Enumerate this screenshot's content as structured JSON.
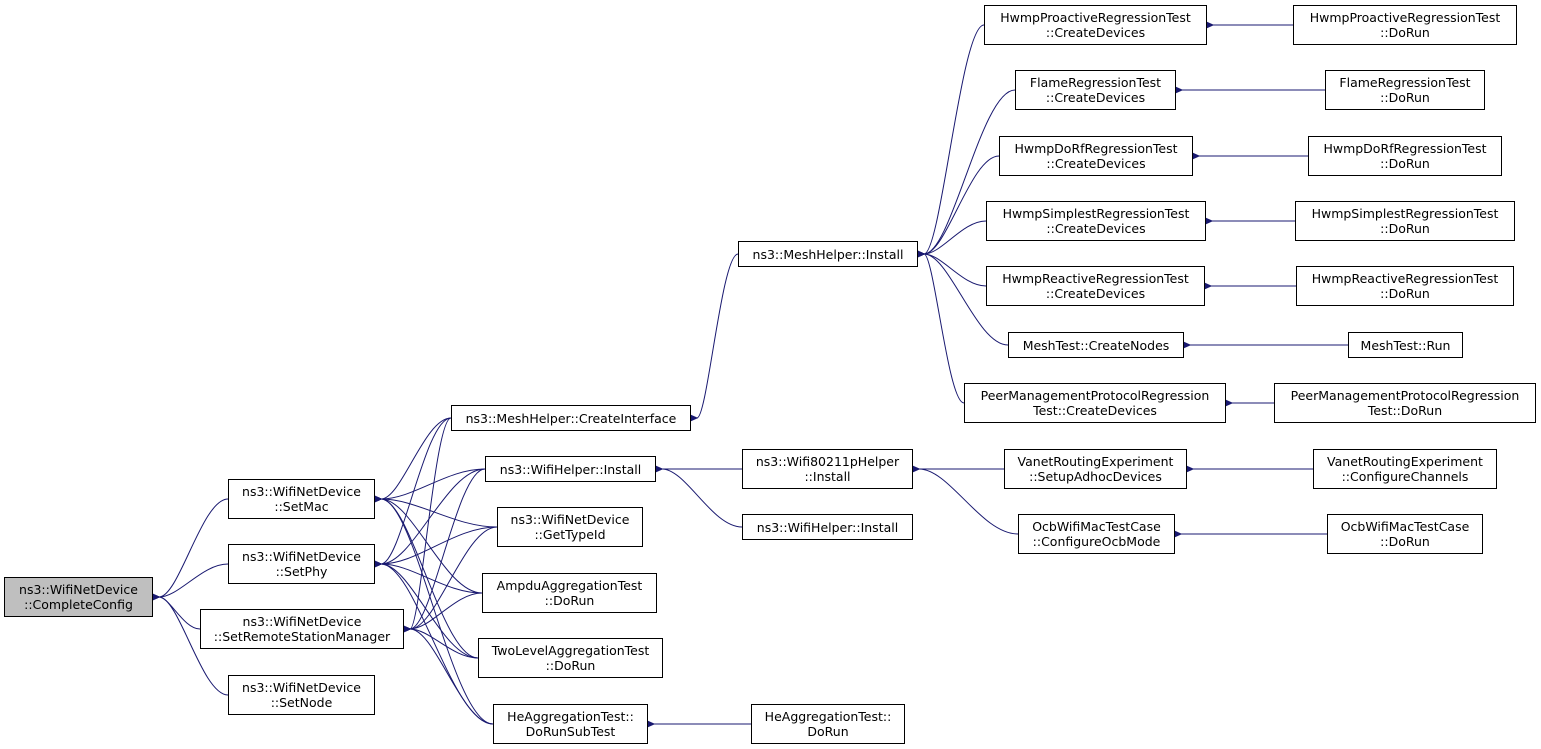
{
  "colors": {
    "edge": "#191970",
    "border": "#000000",
    "root_fill": "#bfbfbf",
    "node_fill": "#ffffff"
  },
  "nodes": {
    "complete_config": {
      "lines": [
        "ns3::WifiNetDevice",
        "::CompleteConfig"
      ]
    },
    "set_mac": {
      "lines": [
        "ns3::WifiNetDevice",
        "::SetMac"
      ]
    },
    "set_phy": {
      "lines": [
        "ns3::WifiNetDevice",
        "::SetPhy"
      ]
    },
    "set_remote_station_manager": {
      "lines": [
        "ns3::WifiNetDevice",
        "::SetRemoteStationManager"
      ]
    },
    "set_node": {
      "lines": [
        "ns3::WifiNetDevice",
        "::SetNode"
      ]
    },
    "mesh_create_interface": {
      "lines": [
        "ns3::MeshHelper::CreateInterface"
      ]
    },
    "wifi_helper_install": {
      "lines": [
        "ns3::WifiHelper::Install"
      ]
    },
    "get_type_id": {
      "lines": [
        "ns3::WifiNetDevice",
        "::GetTypeId"
      ]
    },
    "ampdu_do_run": {
      "lines": [
        "AmpduAggregationTest",
        "::DoRun"
      ]
    },
    "two_level_do_run": {
      "lines": [
        "TwoLevelAggregationTest",
        "::DoRun"
      ]
    },
    "he_do_run_sub_test": {
      "lines": [
        "HeAggregationTest::",
        "DoRunSubTest"
      ]
    },
    "he_do_run": {
      "lines": [
        "HeAggregationTest::",
        "DoRun"
      ]
    },
    "mesh_install": {
      "lines": [
        "ns3::MeshHelper::Install"
      ]
    },
    "wifi80211p_install": {
      "lines": [
        "ns3::Wifi80211pHelper",
        "::Install"
      ]
    },
    "wifi_helper_install2": {
      "lines": [
        "ns3::WifiHelper::Install"
      ]
    },
    "hwmp_proactive_cd": {
      "lines": [
        "HwmpProactiveRegressionTest",
        "::CreateDevices"
      ]
    },
    "flame_cd": {
      "lines": [
        "FlameRegressionTest",
        "::CreateDevices"
      ]
    },
    "hwmp_dorf_cd": {
      "lines": [
        "HwmpDoRfRegressionTest",
        "::CreateDevices"
      ]
    },
    "hwmp_simplest_cd": {
      "lines": [
        "HwmpSimplestRegressionTest",
        "::CreateDevices"
      ]
    },
    "hwmp_reactive_cd": {
      "lines": [
        "HwmpReactiveRegressionTest",
        "::CreateDevices"
      ]
    },
    "mesh_create_nodes": {
      "lines": [
        "MeshTest::CreateNodes"
      ]
    },
    "peer_cd": {
      "lines": [
        "PeerManagementProtocolRegression",
        "Test::CreateDevices"
      ]
    },
    "vanet_setup": {
      "lines": [
        "VanetRoutingExperiment",
        "::SetupAdhocDevices"
      ]
    },
    "ocb_configure": {
      "lines": [
        "OcbWifiMacTestCase",
        "::ConfigureOcbMode"
      ]
    },
    "hwmp_proactive_run": {
      "lines": [
        "HwmpProactiveRegressionTest",
        "::DoRun"
      ]
    },
    "flame_run": {
      "lines": [
        "FlameRegressionTest",
        "::DoRun"
      ]
    },
    "hwmp_dorf_run": {
      "lines": [
        "HwmpDoRfRegressionTest",
        "::DoRun"
      ]
    },
    "hwmp_simplest_run": {
      "lines": [
        "HwmpSimplestRegressionTest",
        "::DoRun"
      ]
    },
    "hwmp_reactive_run": {
      "lines": [
        "HwmpReactiveRegressionTest",
        "::DoRun"
      ]
    },
    "mesh_run": {
      "lines": [
        "MeshTest::Run"
      ]
    },
    "peer_run": {
      "lines": [
        "PeerManagementProtocolRegression",
        "Test::DoRun"
      ]
    },
    "vanet_configure": {
      "lines": [
        "VanetRoutingExperiment",
        "::ConfigureChannels"
      ]
    },
    "ocb_run": {
      "lines": [
        "OcbWifiMacTestCase",
        "::DoRun"
      ]
    }
  },
  "edges": [
    [
      "set_mac",
      "complete_config"
    ],
    [
      "set_phy",
      "complete_config"
    ],
    [
      "set_remote_station_manager",
      "complete_config"
    ],
    [
      "set_node",
      "complete_config"
    ],
    [
      "mesh_create_interface",
      "set_mac"
    ],
    [
      "wifi_helper_install",
      "set_mac"
    ],
    [
      "get_type_id",
      "set_mac"
    ],
    [
      "ampdu_do_run",
      "set_mac"
    ],
    [
      "two_level_do_run",
      "set_mac"
    ],
    [
      "he_do_run_sub_test",
      "set_mac"
    ],
    [
      "mesh_create_interface",
      "set_phy"
    ],
    [
      "wifi_helper_install",
      "set_phy"
    ],
    [
      "get_type_id",
      "set_phy"
    ],
    [
      "ampdu_do_run",
      "set_phy"
    ],
    [
      "two_level_do_run",
      "set_phy"
    ],
    [
      "he_do_run_sub_test",
      "set_phy"
    ],
    [
      "mesh_create_interface",
      "set_remote_station_manager"
    ],
    [
      "wifi_helper_install",
      "set_remote_station_manager"
    ],
    [
      "get_type_id",
      "set_remote_station_manager"
    ],
    [
      "ampdu_do_run",
      "set_remote_station_manager"
    ],
    [
      "two_level_do_run",
      "set_remote_station_manager"
    ],
    [
      "he_do_run_sub_test",
      "set_remote_station_manager"
    ],
    [
      "mesh_install",
      "mesh_create_interface"
    ],
    [
      "wifi80211p_install",
      "wifi_helper_install"
    ],
    [
      "wifi_helper_install2",
      "wifi_helper_install"
    ],
    [
      "he_do_run",
      "he_do_run_sub_test"
    ],
    [
      "hwmp_proactive_cd",
      "mesh_install"
    ],
    [
      "flame_cd",
      "mesh_install"
    ],
    [
      "hwmp_dorf_cd",
      "mesh_install"
    ],
    [
      "hwmp_simplest_cd",
      "mesh_install"
    ],
    [
      "hwmp_reactive_cd",
      "mesh_install"
    ],
    [
      "mesh_create_nodes",
      "mesh_install"
    ],
    [
      "peer_cd",
      "mesh_install"
    ],
    [
      "vanet_setup",
      "wifi80211p_install"
    ],
    [
      "ocb_configure",
      "wifi80211p_install"
    ],
    [
      "hwmp_proactive_run",
      "hwmp_proactive_cd"
    ],
    [
      "flame_run",
      "flame_cd"
    ],
    [
      "hwmp_dorf_run",
      "hwmp_dorf_cd"
    ],
    [
      "hwmp_simplest_run",
      "hwmp_simplest_cd"
    ],
    [
      "hwmp_reactive_run",
      "hwmp_reactive_cd"
    ],
    [
      "mesh_run",
      "mesh_create_nodes"
    ],
    [
      "peer_run",
      "peer_cd"
    ],
    [
      "vanet_configure",
      "vanet_setup"
    ],
    [
      "ocb_run",
      "ocb_configure"
    ]
  ]
}
